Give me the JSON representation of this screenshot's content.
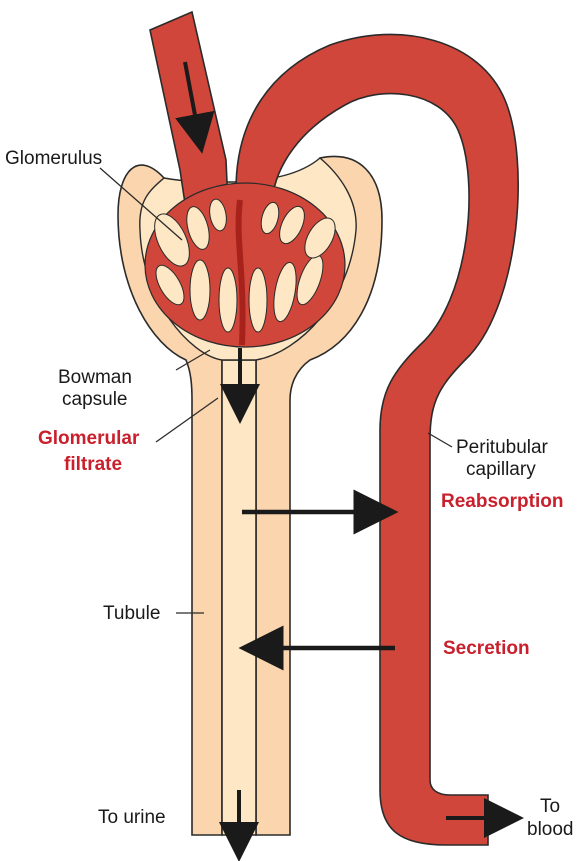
{
  "labels": {
    "glomerulus": "Glomerulus",
    "bowman_line1": "Bowman",
    "bowman_line2": "capsule",
    "filtrate_line1": "Glomerular",
    "filtrate_line2": "filtrate",
    "peritubular_line1": "Peritubular",
    "peritubular_line2": "capillary",
    "reabsorption": "Reabsorption",
    "tubule": "Tubule",
    "secretion": "Secretion",
    "to_urine": "To urine",
    "to_blood_line1": "To",
    "to_blood_line2": "blood"
  },
  "colors": {
    "vessel": "#d0463a",
    "vessel_dark": "#a8221c",
    "capsule": "#fbd5ad",
    "lumen": "#fde7c4",
    "outline": "#2b2b2b",
    "accent_text": "#c8202c",
    "arrow": "#1a1a1a"
  }
}
